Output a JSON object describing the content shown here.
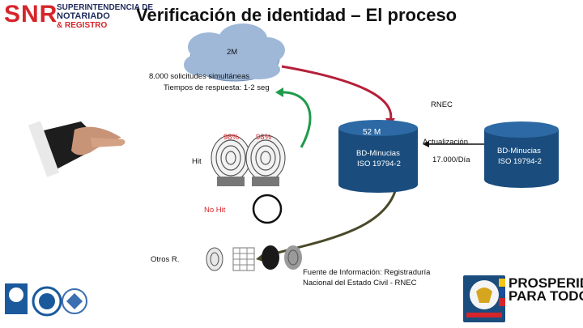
{
  "header": {
    "logo_snr": "SNR",
    "logo_line1": "SUPERINTENDENCIA DE",
    "logo_line2": "NOTARIADO",
    "logo_line3": "& REGISTRO",
    "title": "Verificación de identidad – El proceso"
  },
  "cloud": {
    "label": "2M",
    "requests": "8.000 solicitudes simultáneas",
    "response": "Tiempos de respuesta: 1-2 seg"
  },
  "rnec": {
    "label": "RNEC",
    "db_top": "52 M",
    "db_name1": "BD-Minucias",
    "db_name2": "ISO 19794-2",
    "update_label": "Actualización",
    "update_rate": "17.000/Día"
  },
  "db2": {
    "line1": "BD-Minucias",
    "line2": "ISO 19794-2"
  },
  "match": {
    "hit": "Hit",
    "pct1": "98%",
    "pct2": "98%",
    "no_hit": "No Hit",
    "otros": "Otros R."
  },
  "source_note": {
    "line1": "Fuente de Información: Registraduría",
    "line2": "Nacional del Estado Civil - RNEC"
  },
  "footer": {
    "prosperidad1": "PROSPERIDAD",
    "prosperidad2": "PARA TODOS"
  },
  "colors": {
    "brand_red": "#d6252a",
    "db_blue": "#1a4d7e",
    "arrow_green": "#1f9b4b",
    "arrow_red": "#b5203a",
    "arrow_brown": "#4a4a2a",
    "cloud_blue": "#9fb8d8"
  }
}
